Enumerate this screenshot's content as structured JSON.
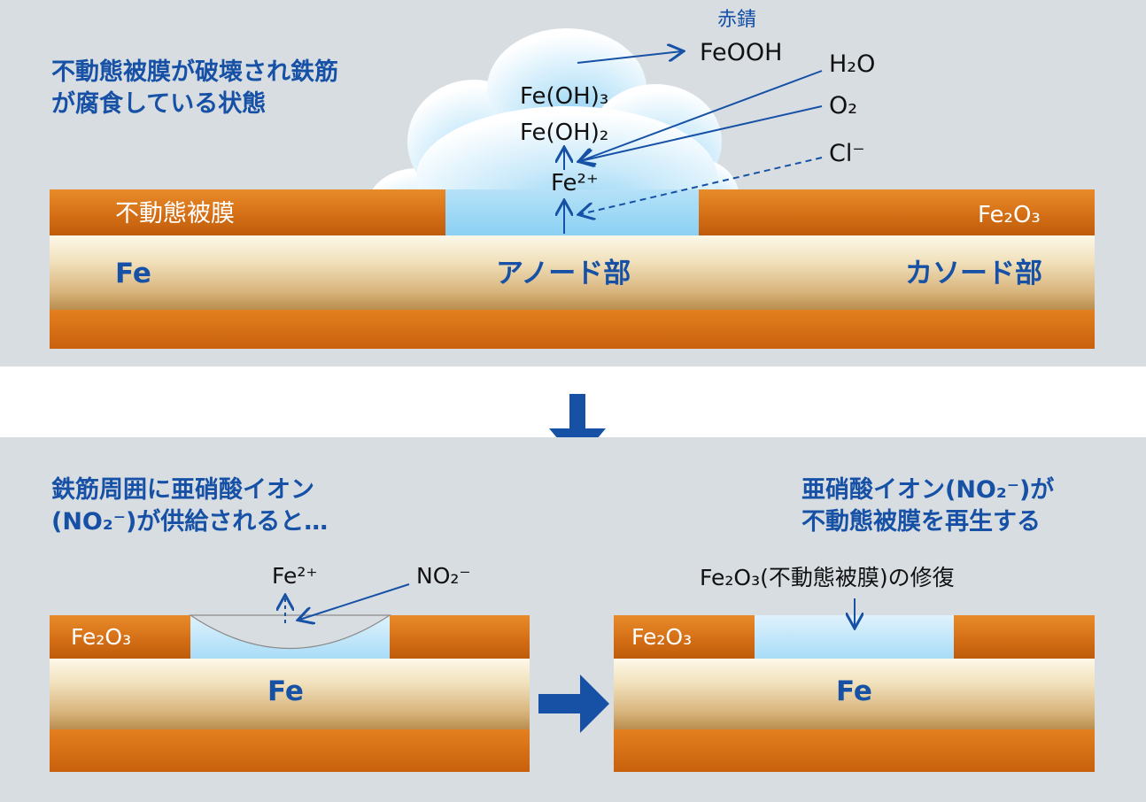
{
  "top_panel": {
    "title_line1": "不動態被膜が破壊され鉄筋",
    "title_line2": "が腐食している状態",
    "rust_label": "赤錆",
    "feooh": "FeOOH",
    "h2o": "H₂O",
    "o2": "O₂",
    "cl": "Cl⁻",
    "fe_oh3": "Fe(OH)₃",
    "fe_oh2": "Fe(OH)₂",
    "fe2plus": "Fe²⁺",
    "passive_film_label": "不動態被膜",
    "fe2o3_label": "Fe₂O₃",
    "fe_label": "Fe",
    "anode_label": "アノード部",
    "cathode_label": "カソード部"
  },
  "bottom_left": {
    "title_line1": "鉄筋周囲に亜硝酸イオン",
    "title_line2": "(NO₂⁻)が供給されると…",
    "fe2plus": "Fe²⁺",
    "no2": "NO₂⁻",
    "fe2o3_label": "Fe₂O₃",
    "fe_label": "Fe"
  },
  "bottom_right": {
    "title_line1": "亜硝酸イオン(NO₂⁻)が",
    "title_line2": "不動態被膜を再生する",
    "repair_label": "Fe₂O₃(不動態被膜)の修復",
    "fe2o3_label": "Fe₂O₃",
    "fe_label": "Fe"
  },
  "colors": {
    "panel_bg": "#d8dde2",
    "accent_blue": "#1651a6",
    "oxide_orange": "#d56f16",
    "water_blue": "#a8dcf7"
  },
  "icons": [
    "down-arrow-icon",
    "right-arrow-icon",
    "cloud-icon"
  ]
}
